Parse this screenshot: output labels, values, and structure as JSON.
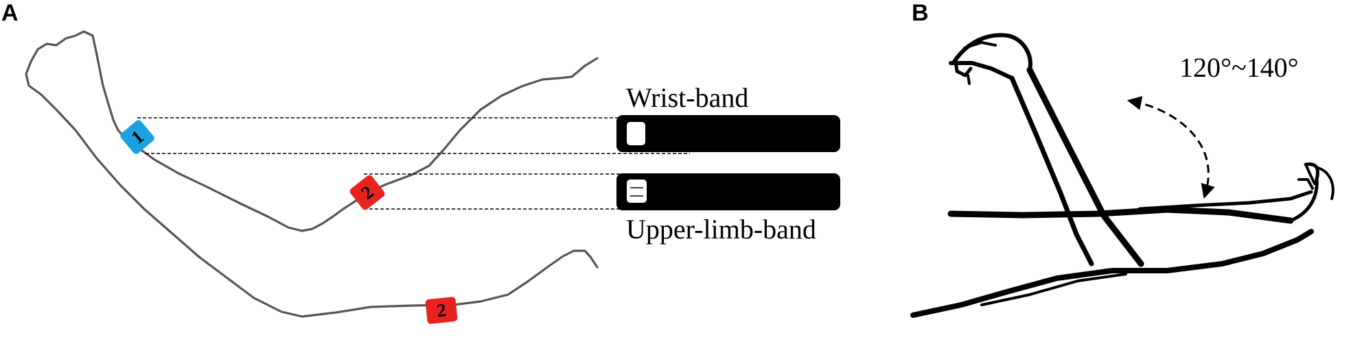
{
  "panels": {
    "a": {
      "letter": "A",
      "wrist_band_label": "Wrist-band",
      "upper_limb_band_label": "Upper-limb-band",
      "sensors": [
        {
          "number": "1",
          "color": "#1ba1e2"
        },
        {
          "number": "2",
          "color": "#e8231f"
        },
        {
          "number": "2",
          "color": "#e8231f"
        }
      ]
    },
    "b": {
      "letter": "B",
      "angle_label": "120°~140°"
    }
  },
  "colors": {
    "arm_outline": "#555555",
    "band_fill": "#000000",
    "sensor_blue": "#1ba1e2",
    "sensor_red": "#e8231f"
  }
}
